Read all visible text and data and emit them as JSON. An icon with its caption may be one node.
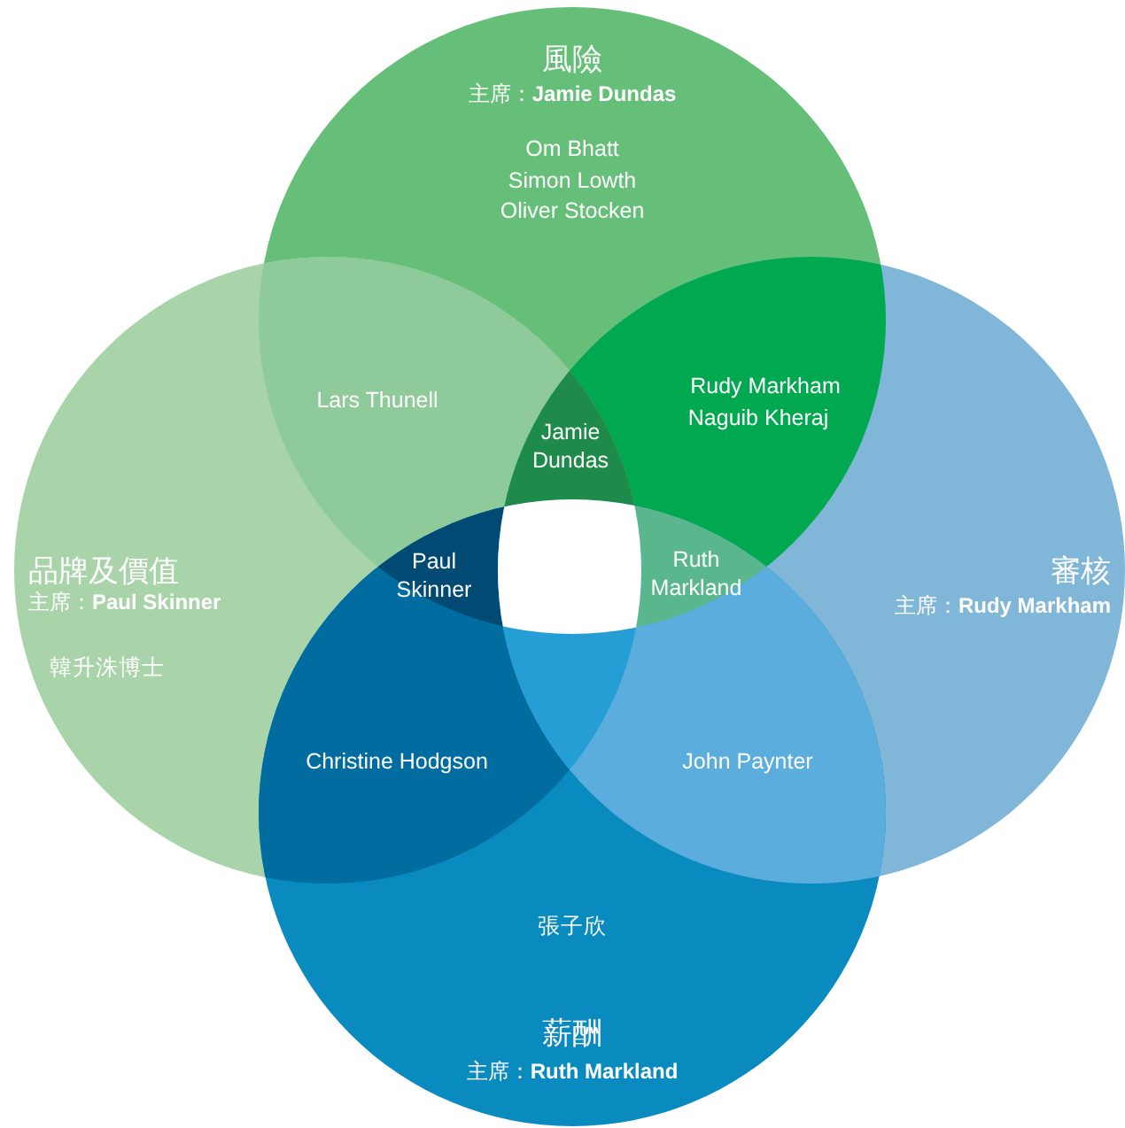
{
  "diagram": {
    "nodes": [
      {
        "text": [
          "風險",
          "主席：**Jamie Dundas**",
          "Om Bhatt",
          "Simon Lowth",
          "Oliver Stocken"
        ]
      },
      {
        "text": [
          "品牌及價值",
          "主席：**Paul Skinner**",
          "韓升洙博士"
        ]
      },
      {
        "text": [
          "審核",
          "主席：**Rudy Markham**"
        ]
      },
      {
        "text": [
          "張子欣",
          "薪酬",
          "主席：**Ruth Markland**"
        ]
      }
    ],
    "labels": [
      "Lars Thunell",
      "Jamie Dundas",
      "Rudy Markham",
      "Naguib Kheraj",
      "Paul Skinner",
      "Ruth Markland",
      "Christine Hodgson",
      "John Paynter"
    ]
  }
}
